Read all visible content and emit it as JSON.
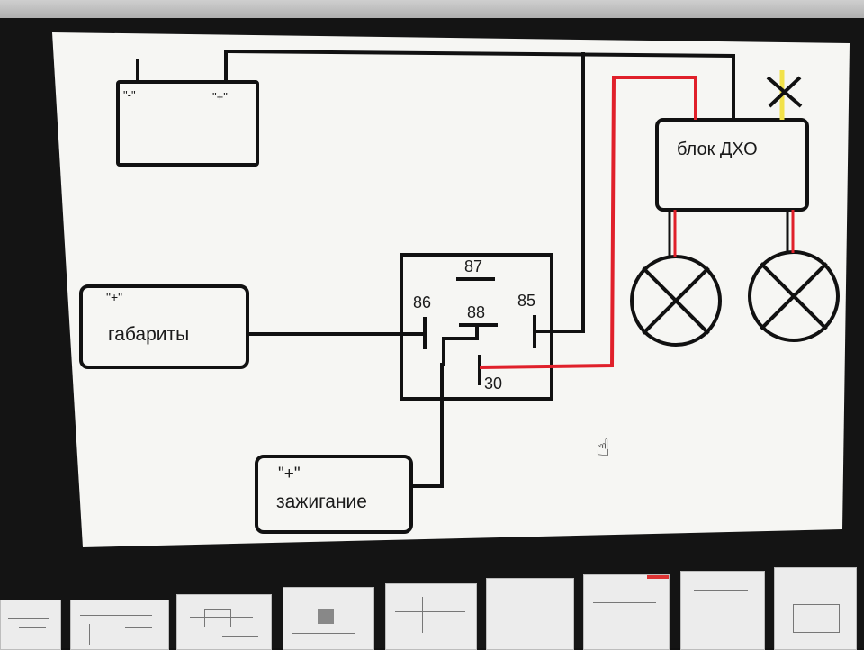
{
  "diagram": {
    "battery": {
      "minus_mark": "\"-\"",
      "plus_mark": "\"+\""
    },
    "drl_unit": {
      "label": "блок ДХО"
    },
    "relay": {
      "pins": {
        "p87": "87",
        "p86": "86",
        "p88": "88",
        "p85": "85",
        "p30": "30"
      }
    },
    "parking_lights": {
      "mark": "\"+\"",
      "label": "габариты"
    },
    "ignition": {
      "mark": "\"+\"",
      "label": "зажигание"
    }
  },
  "colors": {
    "wire_black": "#111111",
    "wire_red": "#e0202a",
    "cut_mark_yellow": "#f2e24a",
    "canvas": "#f6f6f3"
  },
  "icons": [
    "lamp-icon",
    "wire-cut-icon",
    "hand-cursor-icon"
  ]
}
